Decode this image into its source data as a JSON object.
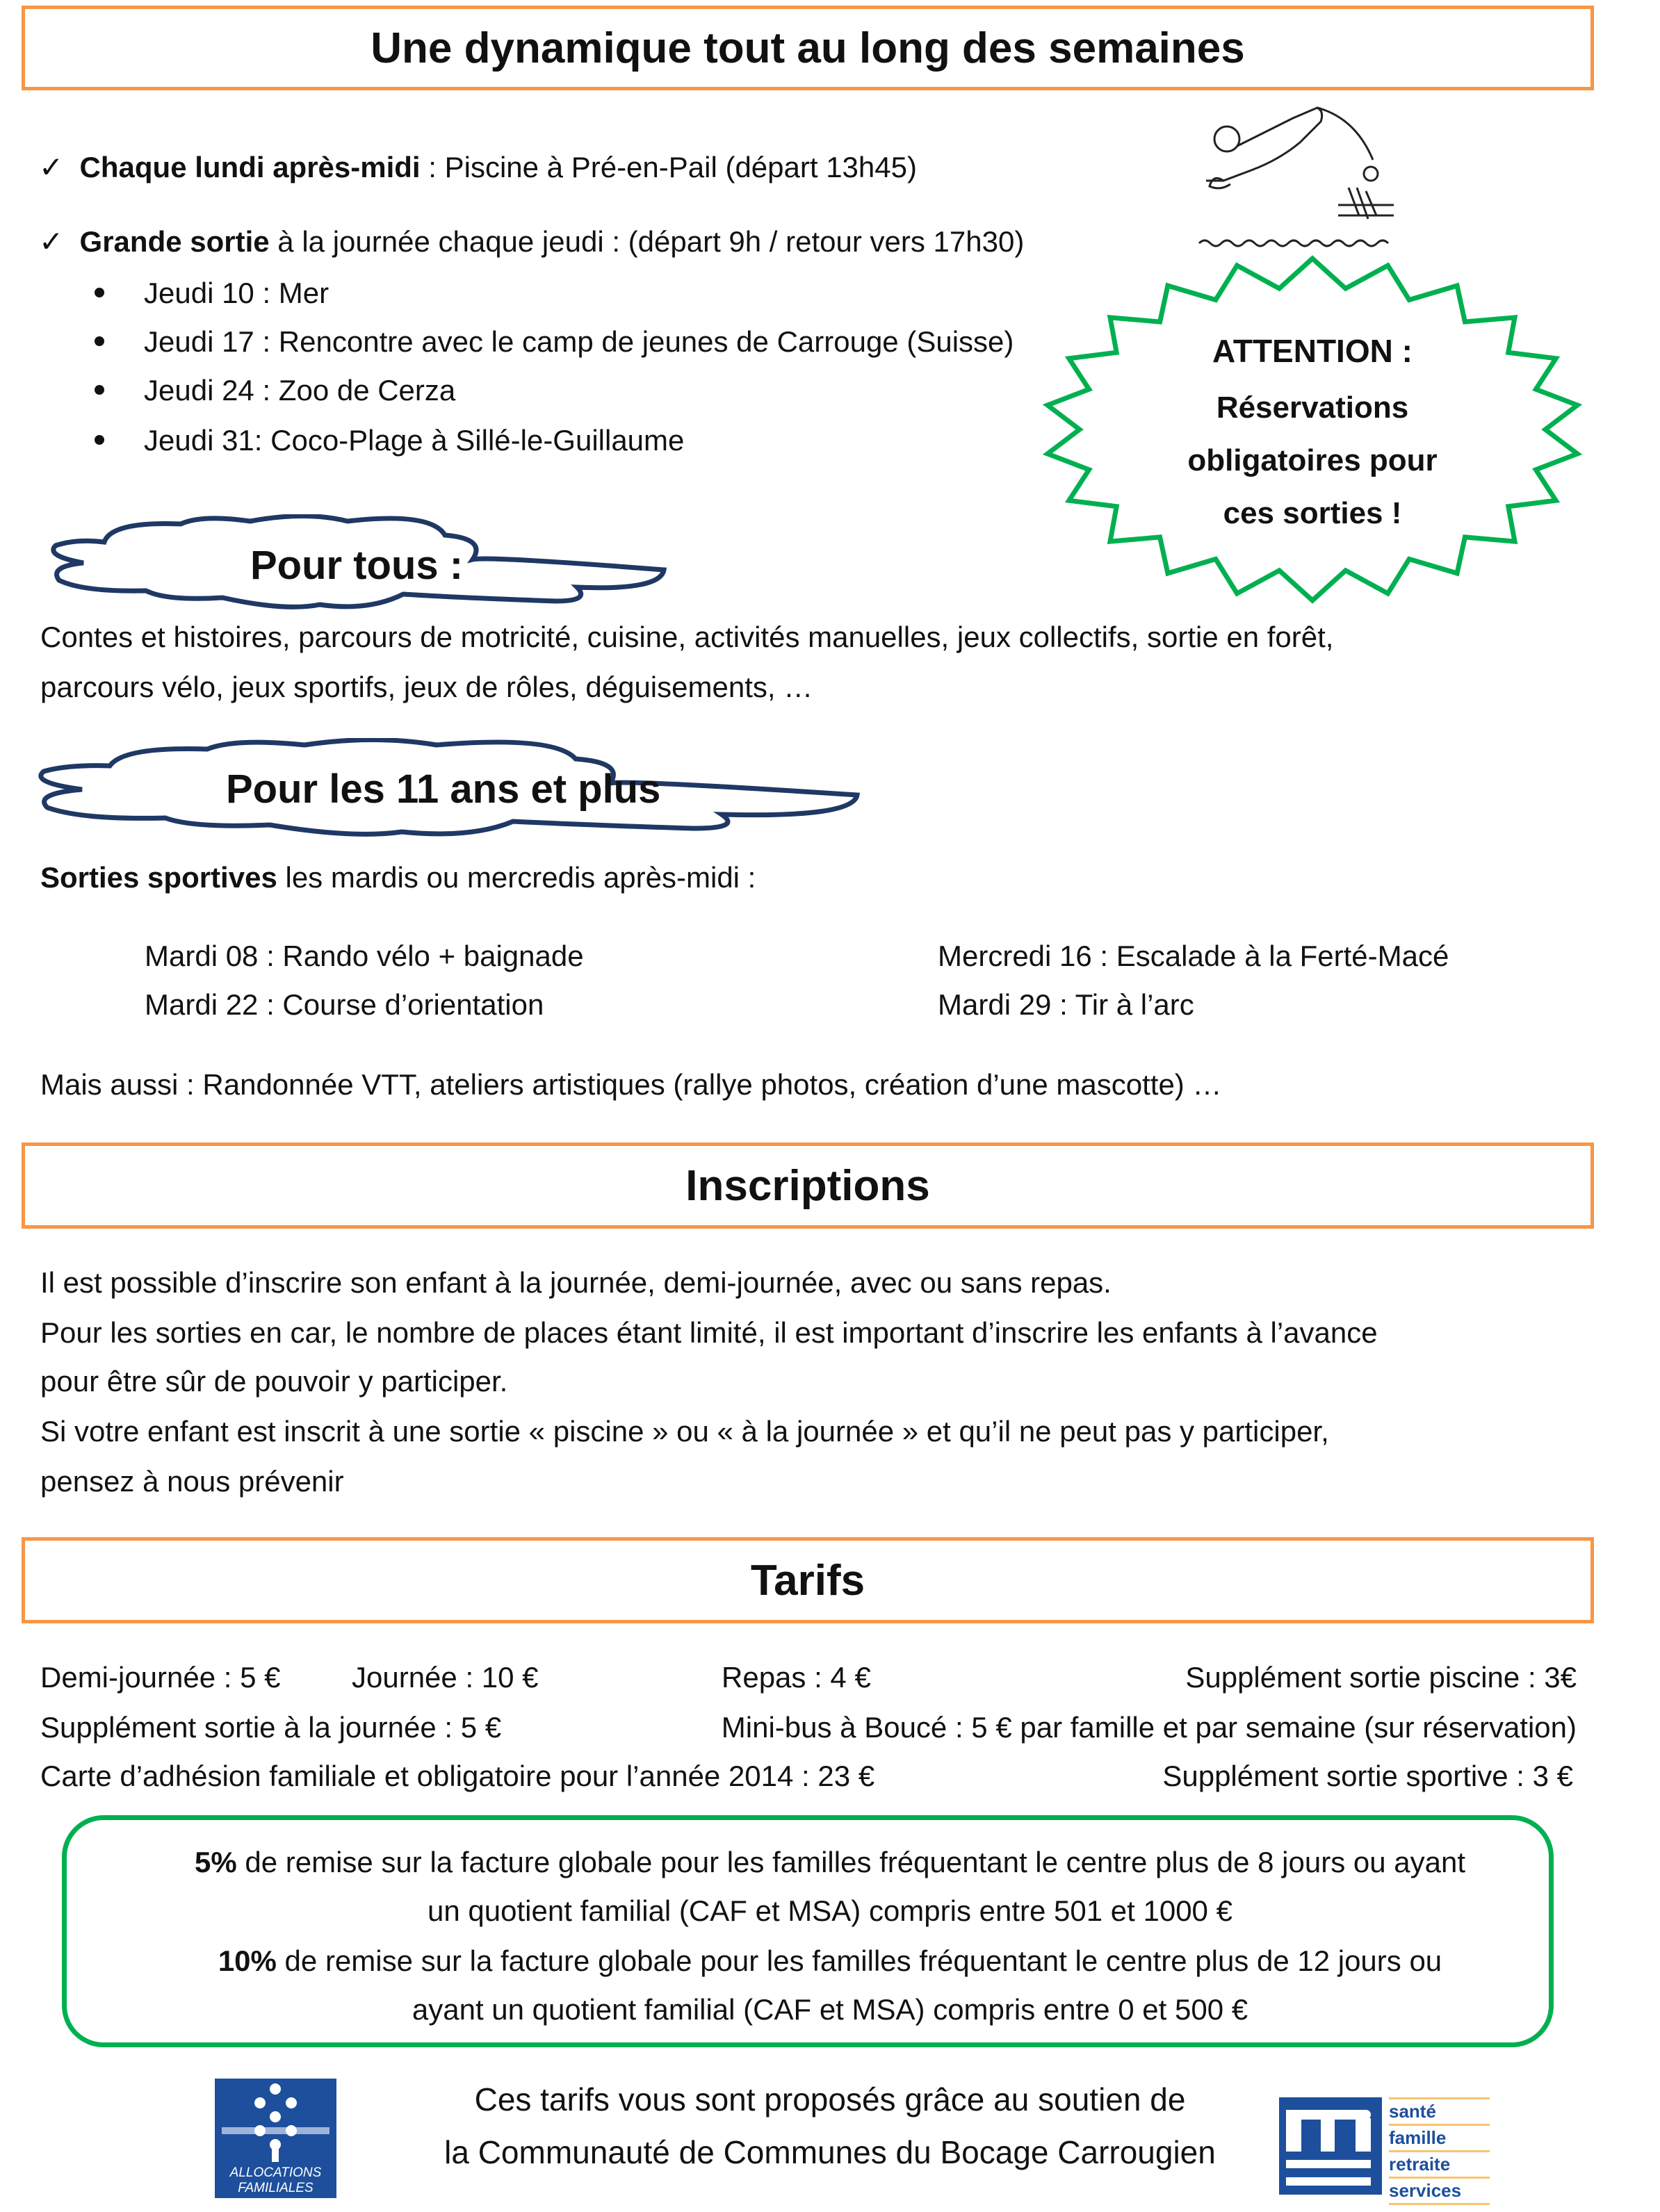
{
  "header": {
    "title": "Une dynamique tout au long des semaines"
  },
  "weekly": {
    "item1_bold": "Chaque lundi après-midi",
    "item1_text": " : Piscine à Pré-en-Pail (départ 13h45)",
    "item2_bold": "Grande sortie",
    "item2_text": " à la journée chaque jeudi : (départ 9h / retour vers 17h30)",
    "outings": [
      "Jeudi 10 : Mer",
      "Jeudi 17 : Rencontre avec le camp de jeunes de Carrouge (Suisse)",
      "Jeudi 24 : Zoo de Cerza",
      "Jeudi 31: Coco-Plage à Sillé-le-Guillaume"
    ]
  },
  "attention": {
    "line1": "ATTENTION :",
    "line2": "Réservations",
    "line3": "obligatoires pour",
    "line4": "ces sorties !"
  },
  "pour_tous": {
    "title": "Pour tous :",
    "line1": "Contes et histoires, parcours de motricité, cuisine, activités manuelles, jeux collectifs, sortie en forêt,",
    "line2": "parcours vélo, jeux sportifs, jeux de rôles, déguisements, …"
  },
  "onze_ans": {
    "title": "Pour les 11 ans et plus",
    "intro_bold": "Sorties sportives",
    "intro_text": " les mardis ou mercredis après-midi :",
    "left": [
      "Mardi 08 : Rando vélo + baignade",
      "Mardi 22 : Course d’orientation"
    ],
    "right": [
      "Mercredi 16 : Escalade à la Ferté-Macé",
      "Mardi 29 : Tir à l’arc"
    ],
    "more": "Mais aussi : Randonnée VTT, ateliers artistiques (rallye photos, création d’une mascotte) …"
  },
  "inscriptions": {
    "title": "Inscriptions",
    "lines": [
      "Il est possible d’inscrire son enfant à la journée, demi-journée, avec ou sans repas.",
      "Pour les sorties en car, le nombre de places  étant limité, il est important d’inscrire les enfants à l’avance",
      "pour être sûr de pouvoir y participer.",
      "Si votre enfant est inscrit à une sortie « piscine » ou « à la journée » et qu’il ne peut pas y participer,",
      "pensez à nous prévenir"
    ]
  },
  "tarifs": {
    "title": "Tarifs",
    "demi": "Demi-journée : 5 €",
    "journee": "Journée : 10 €",
    "repas": "Repas : 4 €",
    "piscine": "Supplément sortie piscine : 3€",
    "sortie_journee": "Supplément sortie à la journée : 5 €",
    "minibus": "Mini-bus à Boucé : 5 € par famille et par semaine (sur réservation)",
    "carte": "Carte d’adhésion familiale et obligatoire pour l’année 2014 : 23 €",
    "sportive": "Supplément sortie sportive : 3 €"
  },
  "remises": {
    "r1_bold": "5%",
    "r1_text": " de remise sur la facture globale pour les familles fréquentant le centre plus de 8 jours ou ayant",
    "r1_line2": "un quotient familial (CAF et MSA) compris entre 501 et 1000 €",
    "r2_bold": "10%",
    "r2_text": " de remise sur la facture globale pour les familles fréquentant le centre plus de 12 jours ou",
    "r2_line2": "ayant un quotient familial (CAF et MSA) compris entre 0 et 500 €"
  },
  "footer": {
    "line1": "Ces tarifs vous sont proposés grâce au soutien de",
    "line2": "la Communauté de Communes du Bocage Carrougien",
    "caf_logo": "ALLOCATIONS FAMILIALES",
    "msa_logo": [
      "santé",
      "famille",
      "retraite",
      "services"
    ]
  },
  "colors": {
    "orange": "#f79646",
    "green": "#00b050",
    "navy": "#1f3864",
    "caf_blue": "#1d4f9c"
  }
}
